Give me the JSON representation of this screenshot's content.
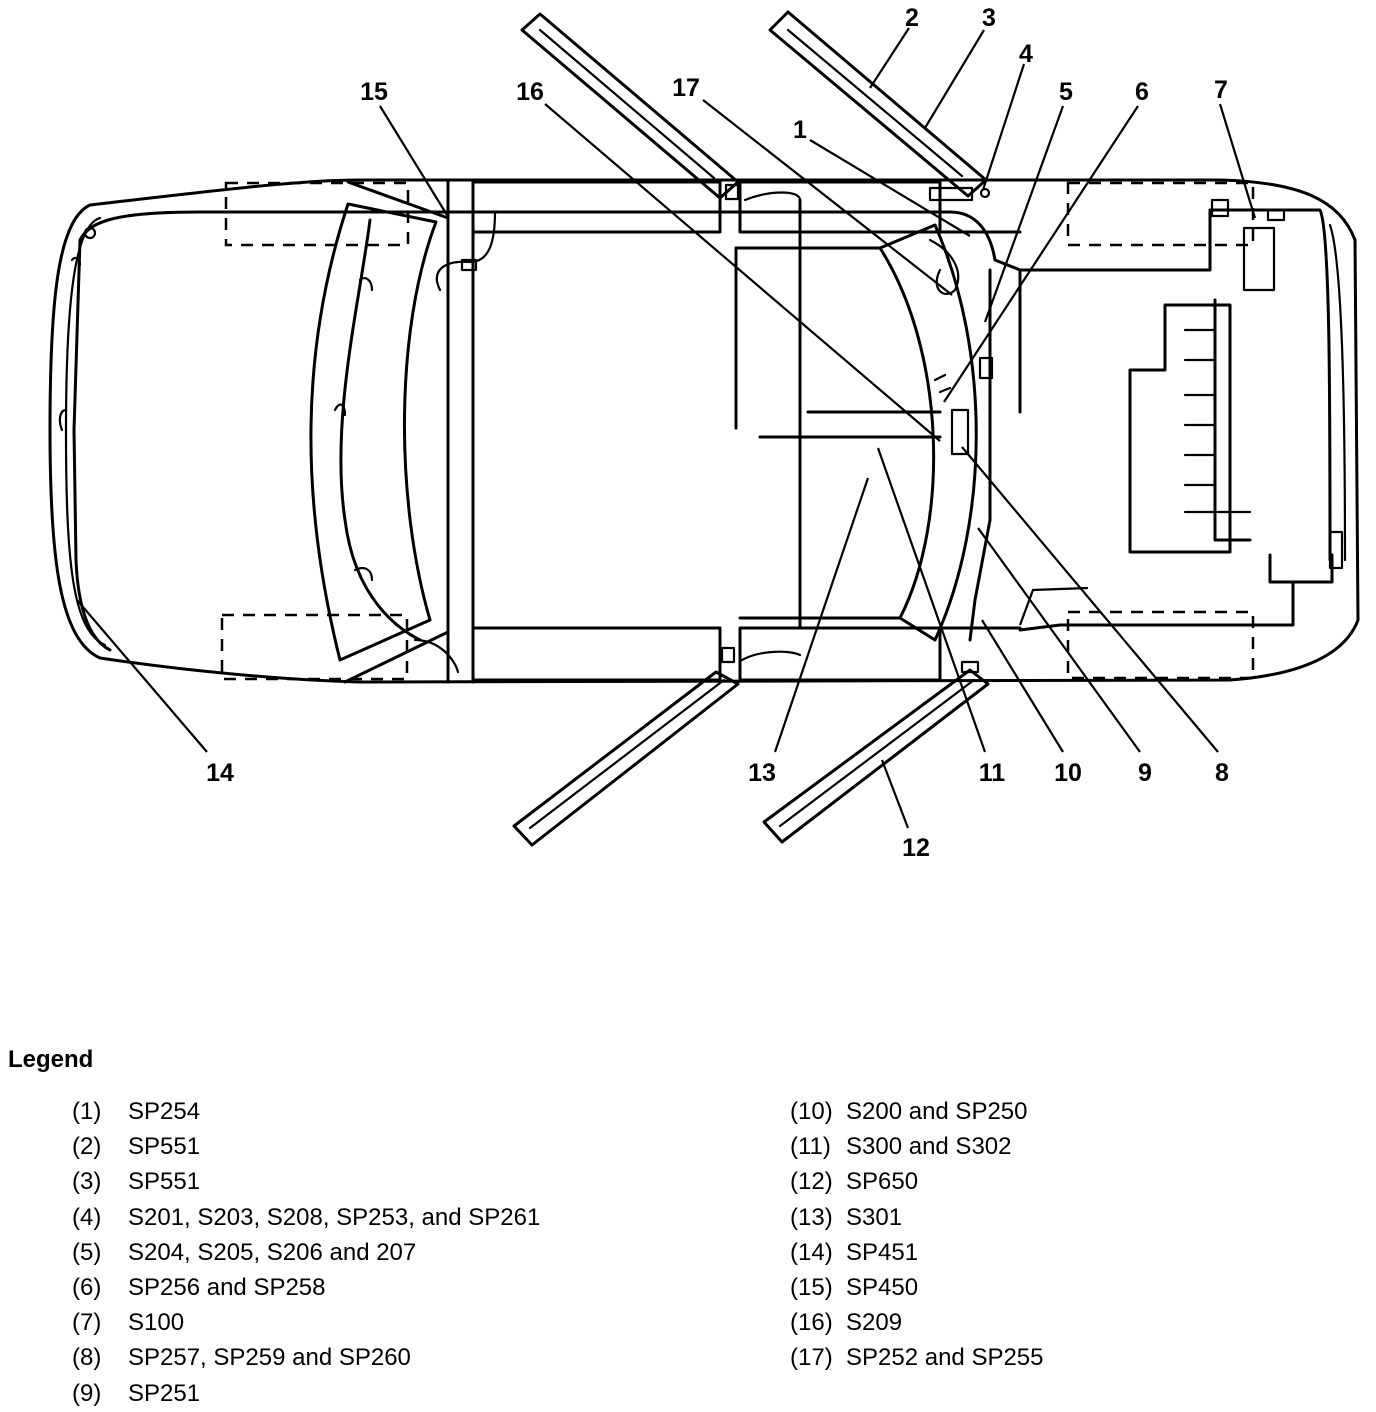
{
  "callouts": [
    "1",
    "2",
    "3",
    "4",
    "5",
    "6",
    "7",
    "8",
    "9",
    "10",
    "11",
    "12",
    "13",
    "14",
    "15",
    "16",
    "17"
  ],
  "legend": {
    "title": "Legend",
    "left": [
      {
        "num": "(1)",
        "text": "SP254"
      },
      {
        "num": "(2)",
        "text": "SP551"
      },
      {
        "num": "(3)",
        "text": "SP551"
      },
      {
        "num": "(4)",
        "text": "S201, S203, S208, SP253, and SP261"
      },
      {
        "num": "(5)",
        "text": "S204, S205, S206 and 207"
      },
      {
        "num": "(6)",
        "text": "SP256 and SP258"
      },
      {
        "num": "(7)",
        "text": "S100"
      },
      {
        "num": "(8)",
        "text": "SP257, SP259 and SP260"
      },
      {
        "num": "(9)",
        "text": "SP251"
      }
    ],
    "right": [
      {
        "num": "(10)",
        "text": "S200 and SP250"
      },
      {
        "num": "(11)",
        "text": "S300 and S302"
      },
      {
        "num": "(12)",
        "text": "SP650"
      },
      {
        "num": "(13)",
        "text": "S301"
      },
      {
        "num": "(14)",
        "text": "SP451"
      },
      {
        "num": "(15)",
        "text": "SP450"
      },
      {
        "num": "(16)",
        "text": "S209"
      },
      {
        "num": "(17)",
        "text": "SP252 and SP255"
      }
    ]
  }
}
